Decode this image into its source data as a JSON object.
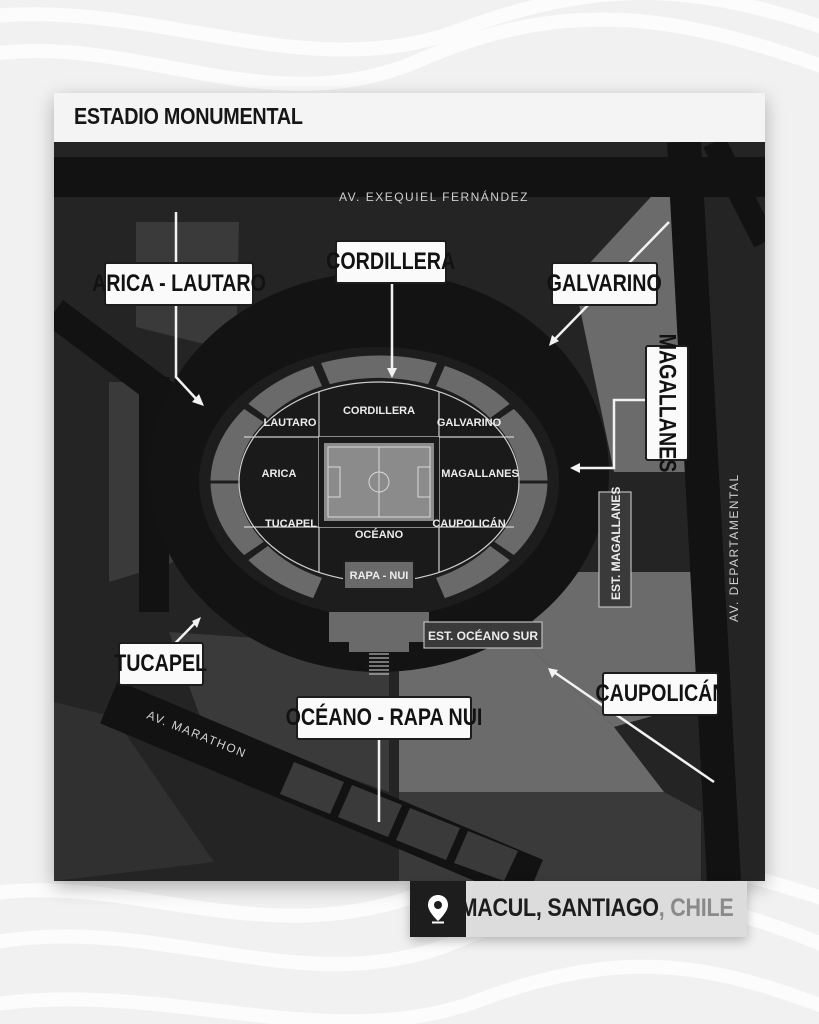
{
  "title": "ESTADIO MONUMENTAL",
  "location": {
    "city": "MACUL",
    "sep1": ", ",
    "region": "SANTIAGO",
    "sep2": ", ",
    "country": "CHILE"
  },
  "streets": {
    "north": "AV. EXEQUIEL FERNÁNDEZ",
    "east": "AV. DEPARTAMENTAL",
    "southwest": "AV. MARATHON"
  },
  "sectors": {
    "lautaro": "LAUTARO",
    "cordillera": "CORDILLERA",
    "galvarino": "GALVARINO",
    "arica": "ARICA",
    "magallanes": "MAGALLANES",
    "tucapel": "TUCAPEL",
    "oceano": "OCÉANO",
    "caupolican": "CAUPOLICÁN",
    "rapanui": "RAPA - NUI"
  },
  "parking": {
    "magallanes": "EST. MAGALLANES",
    "oceano_sur": "EST. OCÉANO SUR"
  },
  "gates": {
    "arica_lautaro": "ARICA - LAUTARO",
    "cordillera": "CORDILLERA",
    "galvarino": "GALVARINO",
    "magallanes": "MAGALLANES",
    "tucapel": "TUCAPEL",
    "oceano_rapanui": "OCÉANO - RAPA NUI",
    "caupolican": "CAUPOLICÁN"
  },
  "icons": {
    "location": "map-pin-icon"
  },
  "colors": {
    "map_ground": "#242424",
    "road": "#121212",
    "block": "#3a3a3a",
    "block_light": "#6c6c6c",
    "seats": "#6a6a6a",
    "pitch": "#8b8b8b",
    "label_bg": "#fafafa"
  }
}
